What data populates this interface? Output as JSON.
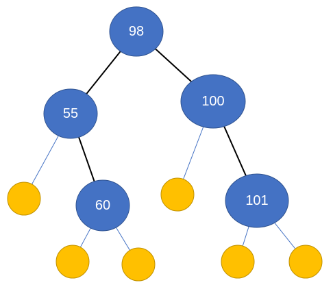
{
  "tree": {
    "nodes": [
      {
        "id": "n98",
        "label": "98",
        "kind": "internal"
      },
      {
        "id": "n55",
        "label": "55",
        "kind": "internal"
      },
      {
        "id": "n100",
        "label": "100",
        "kind": "internal"
      },
      {
        "id": "n60",
        "label": "60",
        "kind": "internal"
      },
      {
        "id": "n101",
        "label": "101",
        "kind": "internal"
      },
      {
        "id": "nil1",
        "label": "",
        "kind": "null-leaf"
      },
      {
        "id": "nil2",
        "label": "",
        "kind": "null-leaf"
      },
      {
        "id": "nil3",
        "label": "",
        "kind": "null-leaf"
      },
      {
        "id": "nil4",
        "label": "",
        "kind": "null-leaf"
      },
      {
        "id": "nil5",
        "label": "",
        "kind": "null-leaf"
      },
      {
        "id": "nil6",
        "label": "",
        "kind": "null-leaf"
      }
    ],
    "edges": [
      {
        "from": "n98",
        "to": "n55",
        "style": "strong"
      },
      {
        "from": "n98",
        "to": "n100",
        "style": "strong"
      },
      {
        "from": "n55",
        "to": "nil1",
        "style": "light"
      },
      {
        "from": "n55",
        "to": "n60",
        "style": "strong"
      },
      {
        "from": "n100",
        "to": "nil2",
        "style": "light"
      },
      {
        "from": "n100",
        "to": "n101",
        "style": "strong"
      },
      {
        "from": "n60",
        "to": "nil3",
        "style": "light"
      },
      {
        "from": "n60",
        "to": "nil4",
        "style": "light"
      },
      {
        "from": "n101",
        "to": "nil5",
        "style": "light"
      },
      {
        "from": "n101",
        "to": "nil6",
        "style": "light"
      }
    ]
  },
  "colors": {
    "internal_fill": "#4472C4",
    "internal_stroke": "#2F528F",
    "leaf_fill": "#FFC000",
    "leaf_stroke": "#BF9000",
    "strong_edge": "#000000",
    "light_edge": "#4472C4"
  }
}
